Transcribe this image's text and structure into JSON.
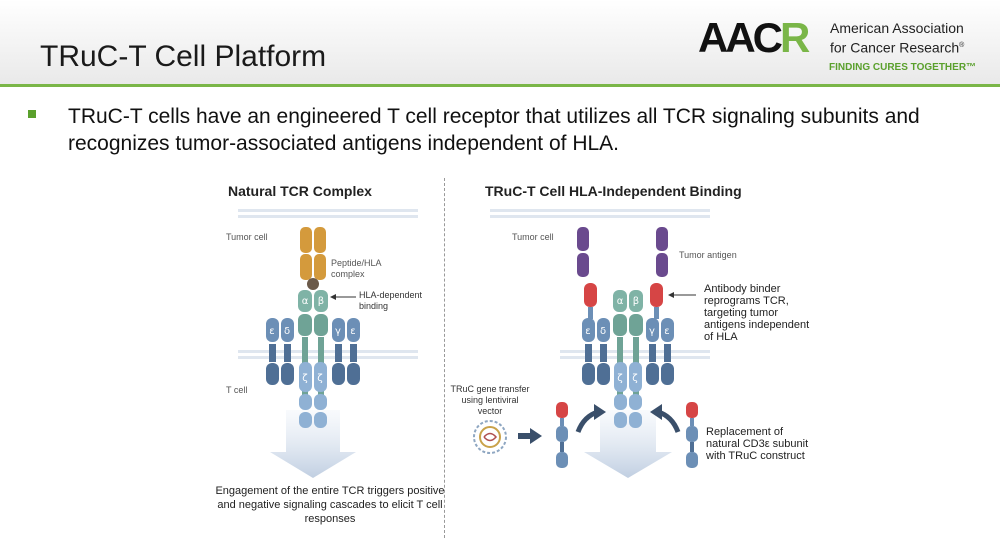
{
  "slide": {
    "title": "TRuC-T Cell Platform",
    "bullet": "TRuC-T cells have an engineered T cell receptor that utilizes all TCR signaling subunits and recognizes tumor-associated antigens independent of HLA."
  },
  "logo": {
    "mark_prefix": "AAC",
    "mark_r": "R",
    "org_line1": "American Association",
    "org_line2": "for Cancer Research",
    "reg": "®",
    "tagline": "FINDING CURES TOGETHER",
    "tagline_tm": "™"
  },
  "left_panel": {
    "title": "Natural TCR Complex",
    "tumor_cell": "Tumor cell",
    "t_cell": "T cell",
    "peptide_hla_1": "Peptide/HLA",
    "peptide_hla_2": "complex",
    "hla_dep_1": "HLA-dependent",
    "hla_dep_2": "binding",
    "caption": "Engagement of the entire TCR triggers positive and negative signaling cascades to elicit T cell responses"
  },
  "right_panel": {
    "title": "TRuC-T Cell HLA-Independent Binding",
    "tumor_cell": "Tumor cell",
    "tumor_antigen": "Tumor antigen",
    "binder_1": "Antibody binder",
    "binder_2": "reprograms TCR,",
    "binder_3": "targeting tumor",
    "binder_4": "antigens independent",
    "binder_5": "of HLA",
    "gene_1": "TRuC gene transfer",
    "gene_2": "using lentiviral",
    "gene_3": "vector",
    "repl_1": "Replacement of",
    "repl_2": "natural CD3ε subunit",
    "repl_3": "with TRuC construct"
  },
  "subunit_letters": {
    "alpha": "α",
    "beta": "β",
    "epsilon": "ε",
    "delta": "δ",
    "gamma": "γ",
    "zeta": "ζ"
  },
  "colors": {
    "accent_green": "#7ab648",
    "tumor_orange": "#d49a3c",
    "tcr_teal": "#7fb3a6",
    "cd3_blue": "#6c8fb6",
    "cd3_dark": "#4f6f95",
    "zeta_blue": "#8fb1d4",
    "antigen_purple": "#6a4a8e",
    "binder_red": "#d64545"
  }
}
